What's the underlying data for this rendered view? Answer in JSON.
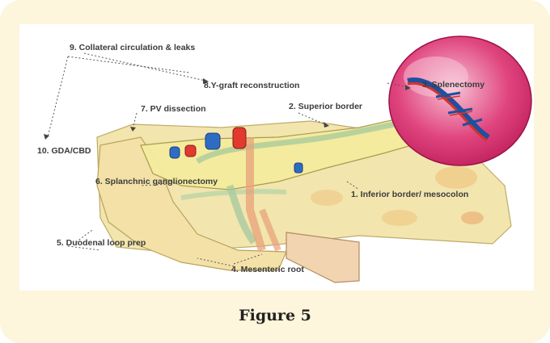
{
  "figure": {
    "caption": "Figure 5",
    "labels": {
      "collateral": "9. Collateral circulation & leaks",
      "ygraft": "8.Y-graft reconstruction",
      "pv": "7. PV dissection",
      "gda": "10. GDA/CBD",
      "superior": "2. Superior border",
      "splenectomy": "3. Splenectomy",
      "splanchnic": "6. Splanchnic ganglionectomy",
      "inferior": "1. Inferior border/ mesocolon",
      "duodenal": "5. Duodenal loop prep",
      "mesenteric": "4. Mesenteric root"
    },
    "colors": {
      "pancreas": "#f4e9a8",
      "spleen": "#e0457e",
      "artery": "#e23a2e",
      "vein": "#2e6cc4",
      "duodenum": "#f2d7b5"
    }
  }
}
